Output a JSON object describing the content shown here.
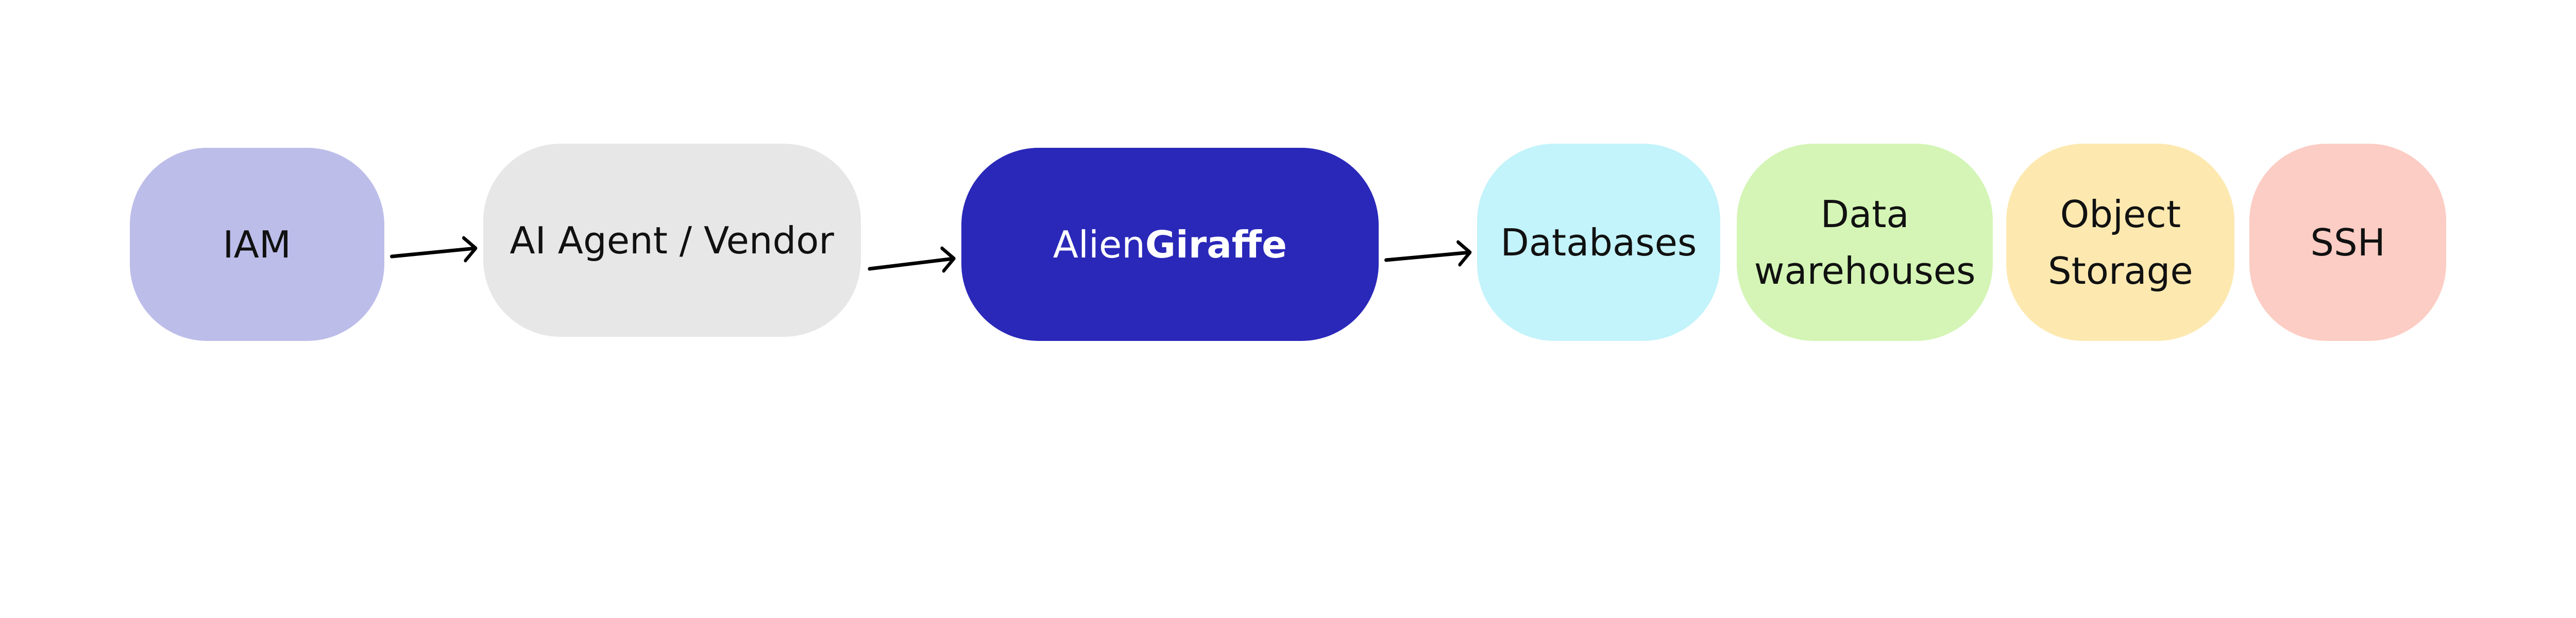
{
  "nodes": {
    "iam": {
      "label": "IAM",
      "color": "#bdbdea"
    },
    "agent": {
      "label": "AI Agent / Vendor",
      "color": "#e7e7e7"
    },
    "aliengiraffe": {
      "label_regular": "Alien",
      "label_bold": "Giraffe",
      "color": "#2a28b9",
      "text_color": "#ffffff"
    },
    "databases": {
      "label": "Databases",
      "color": "#c3f3fb"
    },
    "warehouses": {
      "label_line1": "Data",
      "label_line2": "warehouses",
      "color": "#d4f5b5"
    },
    "object_storage": {
      "label_line1": "Object",
      "label_line2": "Storage",
      "color": "#fde9b0"
    },
    "ssh": {
      "label": "SSH",
      "color": "#fccdc4"
    }
  },
  "edges": [
    {
      "from": "IAM",
      "to": "AI Agent / Vendor"
    },
    {
      "from": "AI Agent / Vendor",
      "to": "AlienGiraffe"
    },
    {
      "from": "AlienGiraffe",
      "to": "Databases"
    }
  ]
}
